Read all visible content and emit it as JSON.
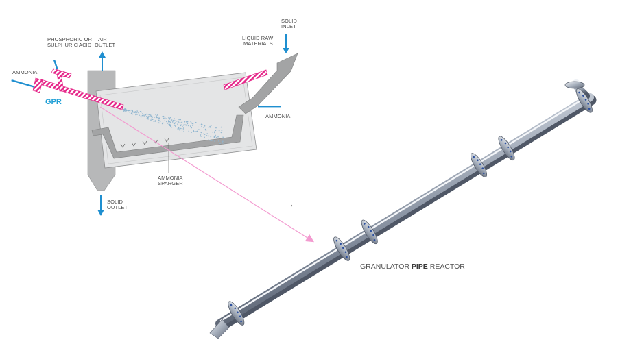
{
  "labels": {
    "phosphoric_line1": "PHOSPHORIC OR",
    "phosphoric_line2": "SULPHURIC ACID",
    "air_outlet_line1": "AIR",
    "air_outlet_line2": "OUTLET",
    "ammonia_left": "AMMONIA",
    "gpr": "GPR",
    "liquid_raw_line1": "LIQUID RAW",
    "liquid_raw_line2": "MATERIALS",
    "solid_inlet_line1": "SOLID",
    "solid_inlet_line2": "INLET",
    "ammonia_right": "AMMONIA",
    "sparger_line1": "AMMONIA",
    "sparger_line2": "SPARGER",
    "solid_outlet_line1": "SOLID",
    "solid_outlet_line2": "OUTLET",
    "stray_mark": "›"
  },
  "caption": {
    "part1": "GRANULATOR ",
    "part2": "PIPE",
    "part3": " REACTOR"
  },
  "colors": {
    "accent_magenta": "#e6288a",
    "flow_blue": "#1f8fd0",
    "granulator_grey": "#a9aaab",
    "granulator_light": "#e3e4e5",
    "pipe_steel": "#9aa4b4",
    "pointer_pink": "#f39bd0"
  }
}
